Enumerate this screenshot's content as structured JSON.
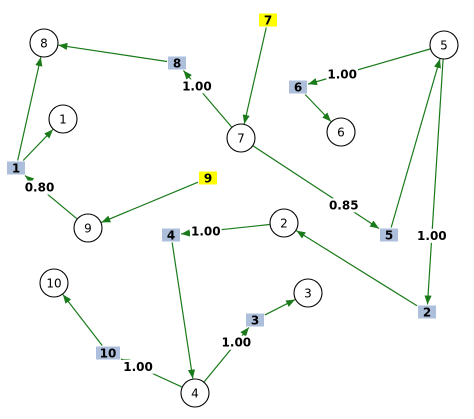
{
  "colors": {
    "edge": "#1a7a1a",
    "box_blue": "#aebfdc",
    "box_yellow": "#ffff00",
    "circle_stroke": "#000000",
    "background": "#ffffff"
  },
  "circle_nodes": [
    {
      "id": "c8",
      "label": "8"
    },
    {
      "id": "c1",
      "label": "1"
    },
    {
      "id": "c9",
      "label": "9"
    },
    {
      "id": "c7",
      "label": "7"
    },
    {
      "id": "c6",
      "label": "6"
    },
    {
      "id": "c5",
      "label": "5"
    },
    {
      "id": "c2",
      "label": "2"
    },
    {
      "id": "c3",
      "label": "3"
    },
    {
      "id": "c10",
      "label": "10"
    },
    {
      "id": "c4",
      "label": "4"
    }
  ],
  "box_nodes": [
    {
      "id": "b8",
      "label": "8",
      "color": "blue"
    },
    {
      "id": "b1",
      "label": "1",
      "color": "blue"
    },
    {
      "id": "b7",
      "label": "7",
      "color": "yellow"
    },
    {
      "id": "b6",
      "label": "6",
      "color": "blue"
    },
    {
      "id": "b9",
      "label": "9",
      "color": "yellow"
    },
    {
      "id": "b4",
      "label": "4",
      "color": "blue"
    },
    {
      "id": "b5",
      "label": "5",
      "color": "blue"
    },
    {
      "id": "b3",
      "label": "3",
      "color": "blue"
    },
    {
      "id": "b10",
      "label": "10",
      "color": "blue"
    },
    {
      "id": "b2",
      "label": "2",
      "color": "blue"
    }
  ],
  "edges": [
    {
      "from": "b8",
      "to": "c8",
      "label": ""
    },
    {
      "from": "c7",
      "to": "b8",
      "label": "1.00"
    },
    {
      "from": "b7",
      "to": "c7",
      "label": ""
    },
    {
      "from": "c7",
      "to": "b5",
      "label": "0.85"
    },
    {
      "from": "b1",
      "to": "c8",
      "label": ""
    },
    {
      "from": "b1",
      "to": "c1",
      "label": ""
    },
    {
      "from": "c9",
      "to": "b1",
      "label": "0.80"
    },
    {
      "from": "b9",
      "to": "c9",
      "label": ""
    },
    {
      "from": "c5",
      "to": "b6",
      "label": "1.00"
    },
    {
      "from": "b6",
      "to": "c6",
      "label": ""
    },
    {
      "from": "b5",
      "to": "c5",
      "label": ""
    },
    {
      "from": "c5",
      "to": "b2",
      "label": "1.00"
    },
    {
      "from": "b2",
      "to": "c2",
      "label": ""
    },
    {
      "from": "c2",
      "to": "b4",
      "label": "1.00"
    },
    {
      "from": "b4",
      "to": "c4",
      "label": ""
    },
    {
      "from": "c4",
      "to": "b10",
      "label": "1.00"
    },
    {
      "from": "b10",
      "to": "c10",
      "label": ""
    },
    {
      "from": "c4",
      "to": "b3",
      "label": "1.00"
    },
    {
      "from": "b3",
      "to": "c3",
      "label": ""
    }
  ]
}
